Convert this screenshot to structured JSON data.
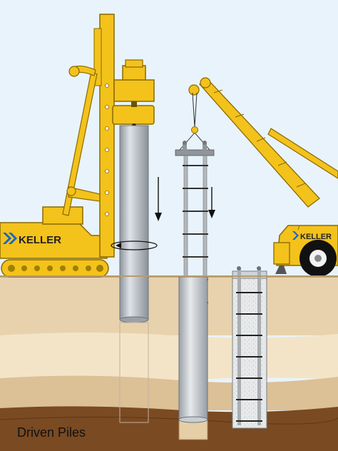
{
  "brand": {
    "left_rig_label": "KELLER",
    "crane_label": "KELLER"
  },
  "caption": "Driven Piles",
  "colors": {
    "sky": "#e9f3fb",
    "ground_top": "#e8d2ad",
    "ground_mid": "#f3e2c4",
    "ground_deep": "#c89b64",
    "bedrock": "#7a4a22",
    "machine_yellow": "#f3c21b",
    "casing_gray": "#b9bec4",
    "logo_blue": "#1565c0"
  },
  "icons": {
    "down_arrow": "down-arrow-icon",
    "rotation": "rotation-arrow-icon",
    "logo_mark": "keller-logo-mark-icon"
  }
}
